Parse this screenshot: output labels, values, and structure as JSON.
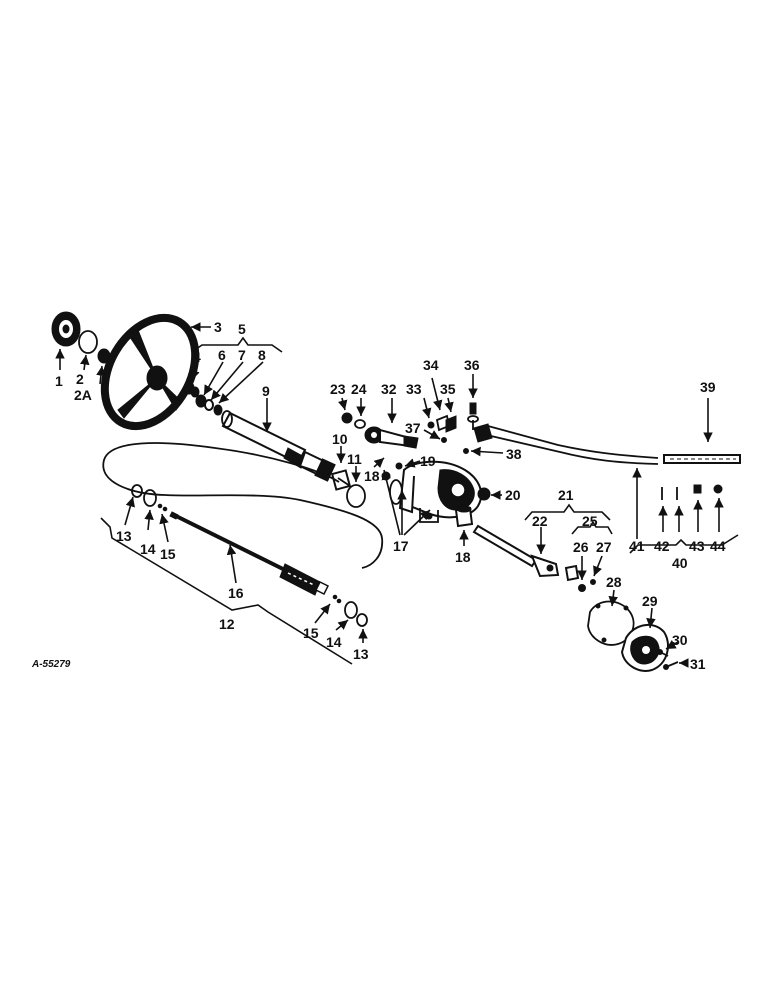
{
  "drawing_ref": "A-55279",
  "callouts": {
    "c1": "1",
    "c2": "2",
    "c2A": "2A",
    "c3": "3",
    "c4": "4",
    "c5": "5",
    "c6": "6",
    "c7": "7",
    "c8": "8",
    "c9": "9",
    "c10": "10",
    "c11": "11",
    "c12": "12",
    "c13a": "13",
    "c13b": "13",
    "c14a": "14",
    "c14b": "14",
    "c15a": "15",
    "c15b": "15",
    "c16": "16",
    "c17": "17",
    "c18a": "18",
    "c18b": "18",
    "c19": "19",
    "c20": "20",
    "c21": "21",
    "c22": "22",
    "c23": "23",
    "c24": "24",
    "c25": "25",
    "c26": "26",
    "c27": "27",
    "c28": "28",
    "c29": "29",
    "c30": "30",
    "c31": "31",
    "c32": "32",
    "c33": "33",
    "c34": "34",
    "c35": "35",
    "c36": "36",
    "c37": "37",
    "c38": "38",
    "c39": "39",
    "c40": "40",
    "c41": "41",
    "c42": "42",
    "c43": "43",
    "c44": "44"
  }
}
